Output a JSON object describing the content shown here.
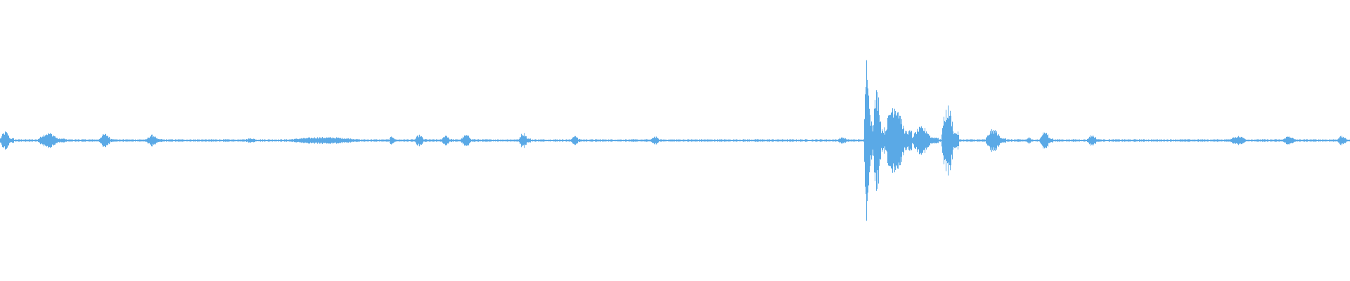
{
  "waveform": {
    "color": "#5aa9e6",
    "background": "#ffffff",
    "baseline_amplitude": 0.01,
    "segments": [
      {
        "start": 0.0,
        "end": 0.01,
        "amp": 0.08
      },
      {
        "start": 0.028,
        "end": 0.048,
        "amp": 0.07
      },
      {
        "start": 0.073,
        "end": 0.085,
        "amp": 0.06
      },
      {
        "start": 0.108,
        "end": 0.12,
        "amp": 0.05
      },
      {
        "start": 0.18,
        "end": 0.195,
        "amp": 0.02
      },
      {
        "start": 0.21,
        "end": 0.29,
        "amp": 0.03
      },
      {
        "start": 0.288,
        "end": 0.294,
        "amp": 0.04
      },
      {
        "start": 0.307,
        "end": 0.316,
        "amp": 0.05
      },
      {
        "start": 0.327,
        "end": 0.335,
        "amp": 0.05
      },
      {
        "start": 0.341,
        "end": 0.352,
        "amp": 0.05
      },
      {
        "start": 0.384,
        "end": 0.393,
        "amp": 0.07
      },
      {
        "start": 0.423,
        "end": 0.43,
        "amp": 0.05
      },
      {
        "start": 0.482,
        "end": 0.49,
        "amp": 0.04
      },
      {
        "start": 0.62,
        "end": 0.63,
        "amp": 0.03
      },
      {
        "start": 0.64,
        "end": 0.646,
        "amp": 0.8
      },
      {
        "start": 0.646,
        "end": 0.655,
        "amp": 0.45
      },
      {
        "start": 0.655,
        "end": 0.675,
        "amp": 0.35
      },
      {
        "start": 0.675,
        "end": 0.695,
        "amp": 0.12
      },
      {
        "start": 0.697,
        "end": 0.71,
        "amp": 0.3
      },
      {
        "start": 0.73,
        "end": 0.745,
        "amp": 0.1
      },
      {
        "start": 0.76,
        "end": 0.765,
        "amp": 0.03
      },
      {
        "start": 0.77,
        "end": 0.78,
        "amp": 0.08
      },
      {
        "start": 0.805,
        "end": 0.815,
        "amp": 0.05
      },
      {
        "start": 0.91,
        "end": 0.928,
        "amp": 0.04
      },
      {
        "start": 0.95,
        "end": 0.962,
        "amp": 0.04
      },
      {
        "start": 0.99,
        "end": 1.0,
        "amp": 0.04
      }
    ]
  }
}
